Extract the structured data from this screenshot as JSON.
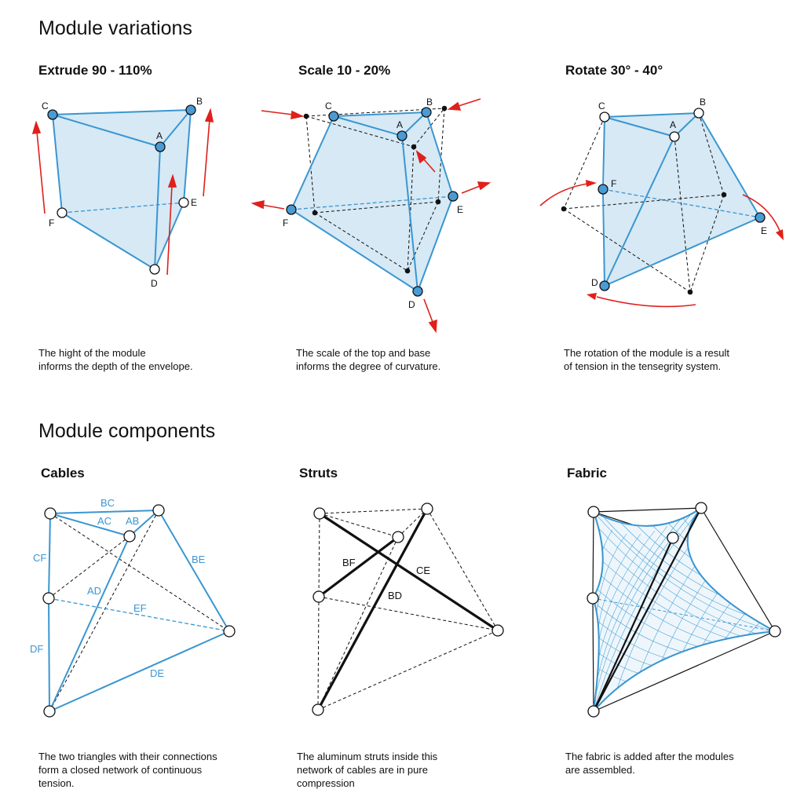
{
  "sections": {
    "variations": "Module variations",
    "components": "Module components"
  },
  "variations": {
    "extrude": {
      "title": "Extrude  90 - 110%",
      "caption": [
        "The hight of the module",
        "informs the depth of the envelope."
      ],
      "labels": {
        "A": "A",
        "B": "B",
        "C": "C",
        "D": "D",
        "E": "E",
        "F": "F"
      }
    },
    "scale": {
      "title": "Scale  10 - 20%",
      "caption": [
        "The scale of the top and base",
        "informs the degree of curvature."
      ],
      "labels": {
        "A": "A",
        "B": "B",
        "C": "C",
        "D": "D",
        "E": "E",
        "F": "F"
      }
    },
    "rotate": {
      "title": "Rotate  30° - 40°",
      "caption": [
        "The rotation of the module is a result",
        "of tension in the tensegrity system."
      ],
      "labels": {
        "A": "A",
        "B": "B",
        "C": "C",
        "D": "D",
        "E": "E",
        "F": "F"
      }
    }
  },
  "components": {
    "cables": {
      "title": "Cables",
      "caption": [
        "The two triangles with their connections",
        "form a closed network of continuous",
        "tension."
      ],
      "labels": {
        "BC": "BC",
        "AC": "AC",
        "AB": "AB",
        "CF": "CF",
        "BE": "BE",
        "AD": "AD",
        "EF": "EF",
        "DF": "DF",
        "DE": "DE"
      }
    },
    "struts": {
      "title": "Struts",
      "caption": [
        "The aluminum struts inside this",
        "network of cables are in pure",
        "compression"
      ],
      "labels": {
        "BF": "BF",
        "CE": "CE",
        "BD": "BD"
      }
    },
    "fabric": {
      "title": "Fabric",
      "caption": [
        "The fabric is added after the modules",
        "are assembled."
      ]
    }
  },
  "colors": {
    "line_blue": "#3a96d0",
    "fill_blue": "#d6e9f5",
    "node_blue": "#4a9bd4",
    "arrow_red": "#e0201b"
  }
}
